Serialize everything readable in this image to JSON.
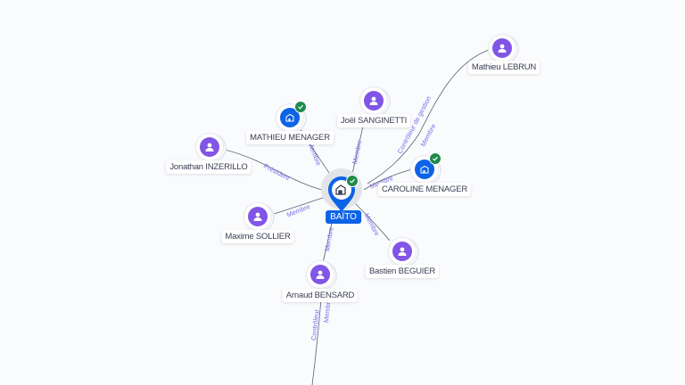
{
  "graph": {
    "center": {
      "name": "BAÏTO",
      "type": "company",
      "verified": true,
      "icon": "building-icon"
    },
    "nodes": [
      {
        "id": "mathieu-lebrun",
        "name": "Mathieu LEBRUN",
        "type": "person",
        "icon": "person-icon"
      },
      {
        "id": "joel-sanginetti",
        "name": "Joël SANGINETTI",
        "type": "person",
        "icon": "person-icon"
      },
      {
        "id": "mathieu-menager",
        "name": "MATHIEU MENAGER",
        "type": "company",
        "verified": true,
        "icon": "building-icon"
      },
      {
        "id": "jonathan-inzerillo",
        "name": "Jonathan INZERILLO",
        "type": "person",
        "icon": "person-icon"
      },
      {
        "id": "caroline-menager",
        "name": "CAROLINE MENAGER",
        "type": "company",
        "verified": true,
        "icon": "building-icon"
      },
      {
        "id": "maxime-sollier",
        "name": "Maxime SOLLIER",
        "type": "person",
        "icon": "person-icon"
      },
      {
        "id": "bastien-beguier",
        "name": "Bastien BEGUIER",
        "type": "person",
        "icon": "person-icon"
      },
      {
        "id": "arnaud-bensard",
        "name": "Arnaud BENSARD",
        "type": "person",
        "icon": "person-icon"
      }
    ],
    "edges": [
      {
        "from": "mathieu-lebrun",
        "labels": [
          "Contrôleur de gestion",
          "Membre"
        ]
      },
      {
        "from": "joel-sanginetti",
        "labels": [
          "Membre"
        ]
      },
      {
        "from": "mathieu-menager",
        "labels": [
          "Membre"
        ]
      },
      {
        "from": "jonathan-inzerillo",
        "labels": [
          "Président"
        ]
      },
      {
        "from": "caroline-menager",
        "labels": [
          "Membre"
        ]
      },
      {
        "from": "maxime-sollier",
        "labels": [
          "Membre"
        ]
      },
      {
        "from": "bastien-beguier",
        "labels": [
          "Membre"
        ]
      },
      {
        "from": "arnaud-bensard",
        "labels": [
          "Membre"
        ]
      },
      {
        "from": "offscreen",
        "labels": [
          "Contrôleur",
          "Membre"
        ]
      }
    ]
  },
  "colors": {
    "person": "#8155e6",
    "company": "#0d63e6",
    "verified": "#1f8a4c",
    "edge_label": "#7d6be8",
    "edge": "#5a5f73"
  }
}
